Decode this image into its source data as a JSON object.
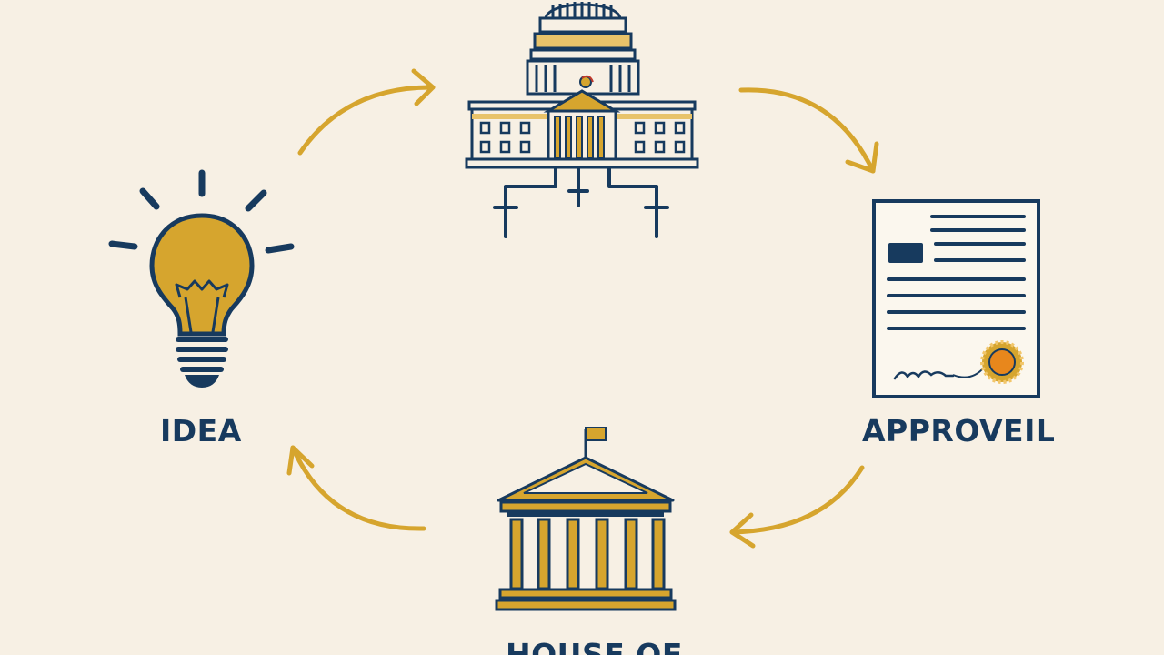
{
  "diagram": {
    "type": "cycle",
    "nodes": [
      {
        "id": "idea",
        "label": "IDEA",
        "icon": "lightbulb-icon"
      },
      {
        "id": "capitol",
        "label": "",
        "icon": "capitol-building-icon"
      },
      {
        "id": "approveil",
        "label": "APPROVEIL",
        "icon": "signed-document-icon"
      },
      {
        "id": "house",
        "label": "HOUSE OF",
        "icon": "government-building-icon"
      }
    ],
    "edges": [
      {
        "from": "idea",
        "to": "capitol"
      },
      {
        "from": "capitol",
        "to": "approveil"
      },
      {
        "from": "approveil",
        "to": "house"
      },
      {
        "from": "house",
        "to": "idea"
      }
    ]
  },
  "colors": {
    "background": "#f7f0e4",
    "navy": "#173a5e",
    "gold": "#d6a52e",
    "seal_orange": "#e8871c"
  }
}
